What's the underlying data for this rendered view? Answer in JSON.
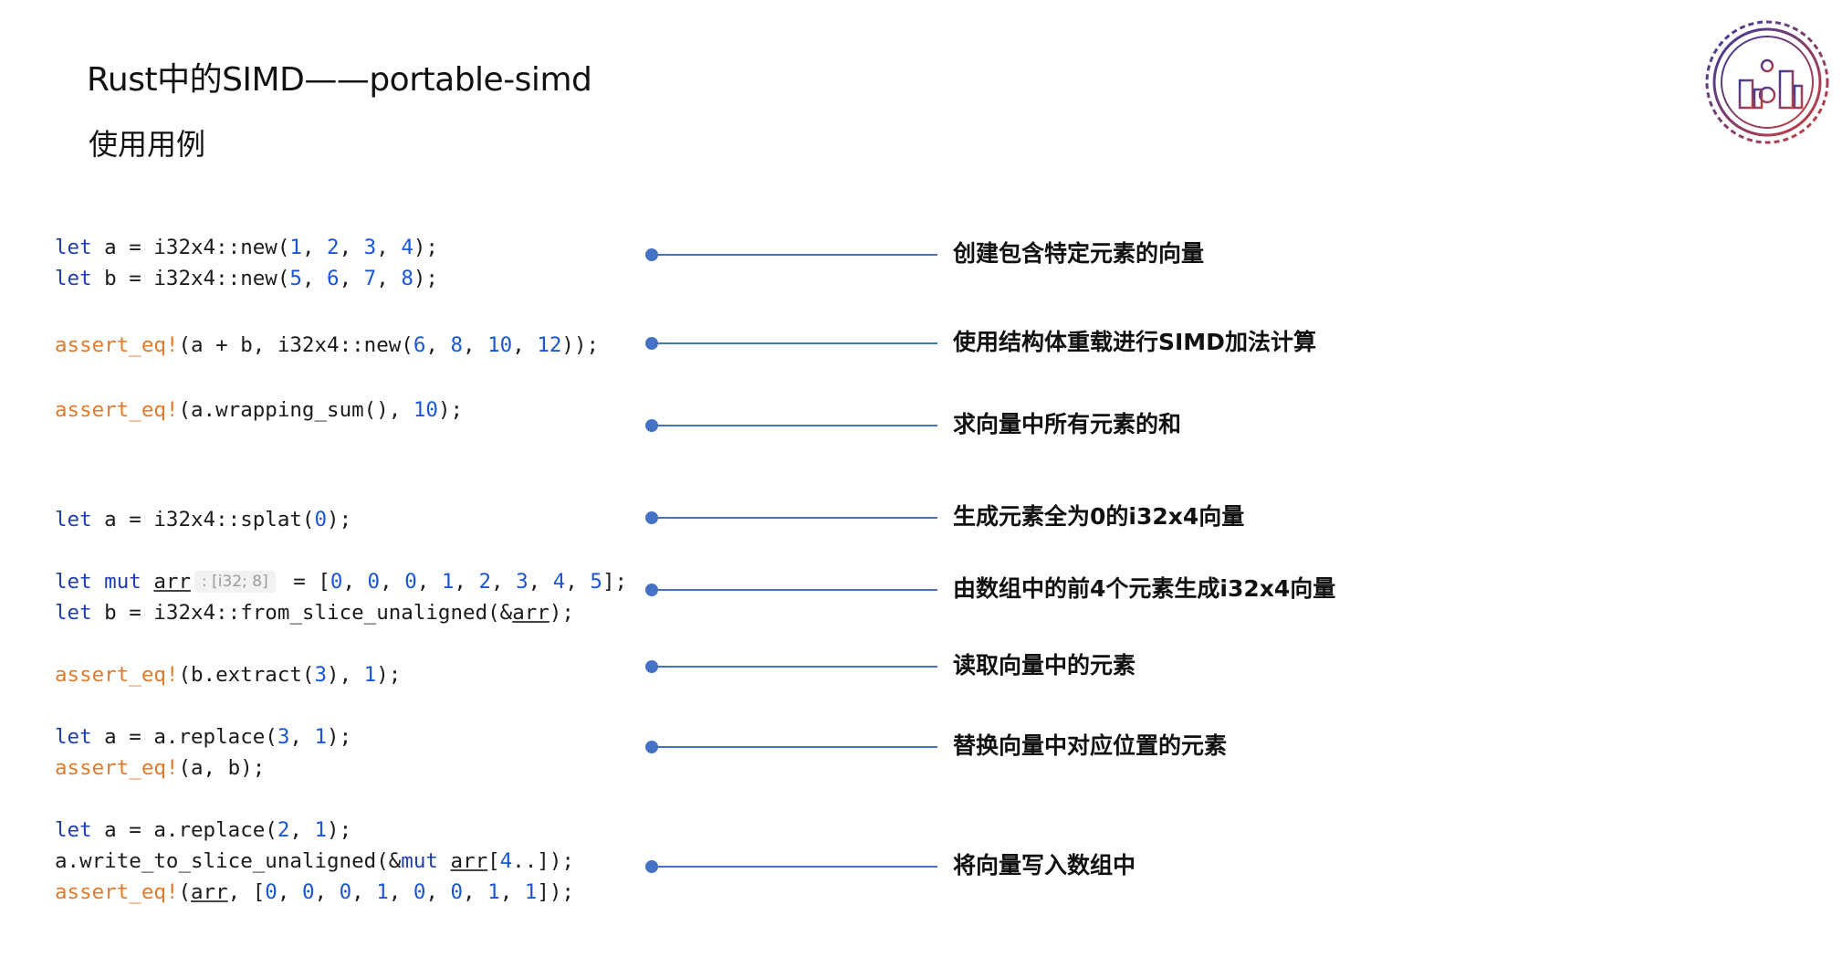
{
  "header": {
    "title": "Rust中的SIMD——portable-simd",
    "subtitle": "使用用例"
  },
  "code": {
    "l1": {
      "kw": "let",
      "rest": " a = i32x4::new(",
      "n1": "1",
      "c1": ", ",
      "n2": "2",
      "c2": ", ",
      "n3": "3",
      "c3": ", ",
      "n4": "4",
      "end": ");"
    },
    "l2": {
      "kw": "let",
      "rest": " b = i32x4::new(",
      "n1": "5",
      "c1": ", ",
      "n2": "6",
      "c2": ", ",
      "n3": "7",
      "c3": ", ",
      "n4": "8",
      "end": ");"
    },
    "l3": {
      "mac": "assert_eq!",
      "rest": "(a + b, i32x4::new(",
      "n1": "6",
      "c1": ", ",
      "n2": "8",
      "c2": ", ",
      "n3": "10",
      "c3": ", ",
      "n4": "12",
      "end": "));"
    },
    "l4": {
      "mac": "assert_eq!",
      "rest": "(a.wrapping_sum(), ",
      "n1": "10",
      "end": ");"
    },
    "l5": {
      "kw": "let",
      "rest": " a = i32x4::splat(",
      "n1": "0",
      "end": ");"
    },
    "l6": {
      "kw": "let mut",
      "var": "arr",
      "hint": ": [i32; 8]",
      "rest": " = [",
      "v1": "0",
      "v2": "0",
      "v3": "0",
      "v4": "1",
      "v5": "2",
      "v6": "3",
      "v7": "4",
      "v8": "5",
      "end": "];"
    },
    "l7": {
      "kw": "let",
      "rest": " b = i32x4::from_slice_unaligned(&",
      "var": "arr",
      "end": ");"
    },
    "l8": {
      "mac": "assert_eq!",
      "rest": "(b.extract(",
      "n1": "3",
      "mid": "), ",
      "n2": "1",
      "end": ");"
    },
    "l9": {
      "kw": "let",
      "rest": " a = a.replace(",
      "n1": "3",
      "c1": ", ",
      "n2": "1",
      "end": ");"
    },
    "l10": {
      "mac": "assert_eq!",
      "rest": "(a, b);"
    },
    "l11": {
      "kw": "let",
      "rest": " a = a.replace(",
      "n1": "2",
      "c1": ", ",
      "n2": "1",
      "end": ");"
    },
    "l12": {
      "pre": "a.write_to_slice_unaligned(&",
      "kw": "mut",
      "sp": " ",
      "var": "arr",
      "b1": "[",
      "n1": "4",
      "end": "..]);"
    },
    "l13": {
      "mac": "assert_eq!",
      "open": "(",
      "var": "arr",
      "rest": ", [",
      "v1": "0",
      "v2": "0",
      "v3": "0",
      "v4": "1",
      "v5": "0",
      "v6": "0",
      "v7": "1",
      "v8": "1",
      "end": "]);"
    }
  },
  "annotations": [
    "创建包含特定元素的向量",
    "使用结构体重载进行SIMD加法计算",
    "求向量中所有元素的和",
    "生成元素全为0的i32x4向量",
    "由数组中的前4个元素生成i32x4向量",
    "读取向量中的元素",
    "替换向量中对应位置的元素",
    "将向量写入数组中"
  ],
  "sep": ", ",
  "colors": {
    "keyword": "#1f3fb0",
    "macro": "#e07b2c",
    "number": "#1a56d6",
    "connector": "#4472c4"
  },
  "icons": {
    "logo": "university-gear-skyline-emblem"
  }
}
